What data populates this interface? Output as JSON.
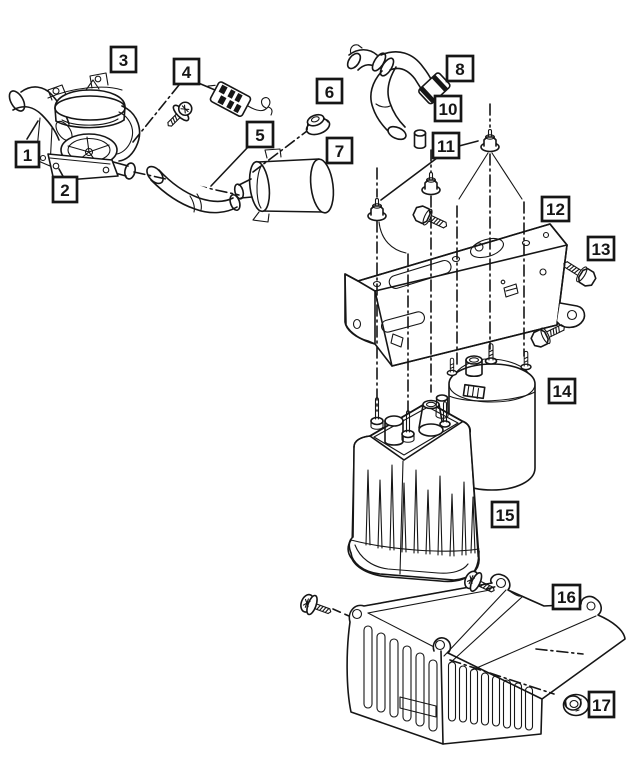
{
  "figure": {
    "background": "#ffffff",
    "line_color": "#161616",
    "callouts": [
      {
        "num": "1"
      },
      {
        "num": "2"
      },
      {
        "num": "3"
      },
      {
        "num": "4"
      },
      {
        "num": "5"
      },
      {
        "num": "6"
      },
      {
        "num": "7"
      },
      {
        "num": "8"
      },
      {
        "num": "10"
      },
      {
        "num": "11"
      },
      {
        "num": "12"
      },
      {
        "num": "13"
      },
      {
        "num": "14"
      },
      {
        "num": "15"
      },
      {
        "num": "16"
      },
      {
        "num": "17"
      }
    ]
  }
}
